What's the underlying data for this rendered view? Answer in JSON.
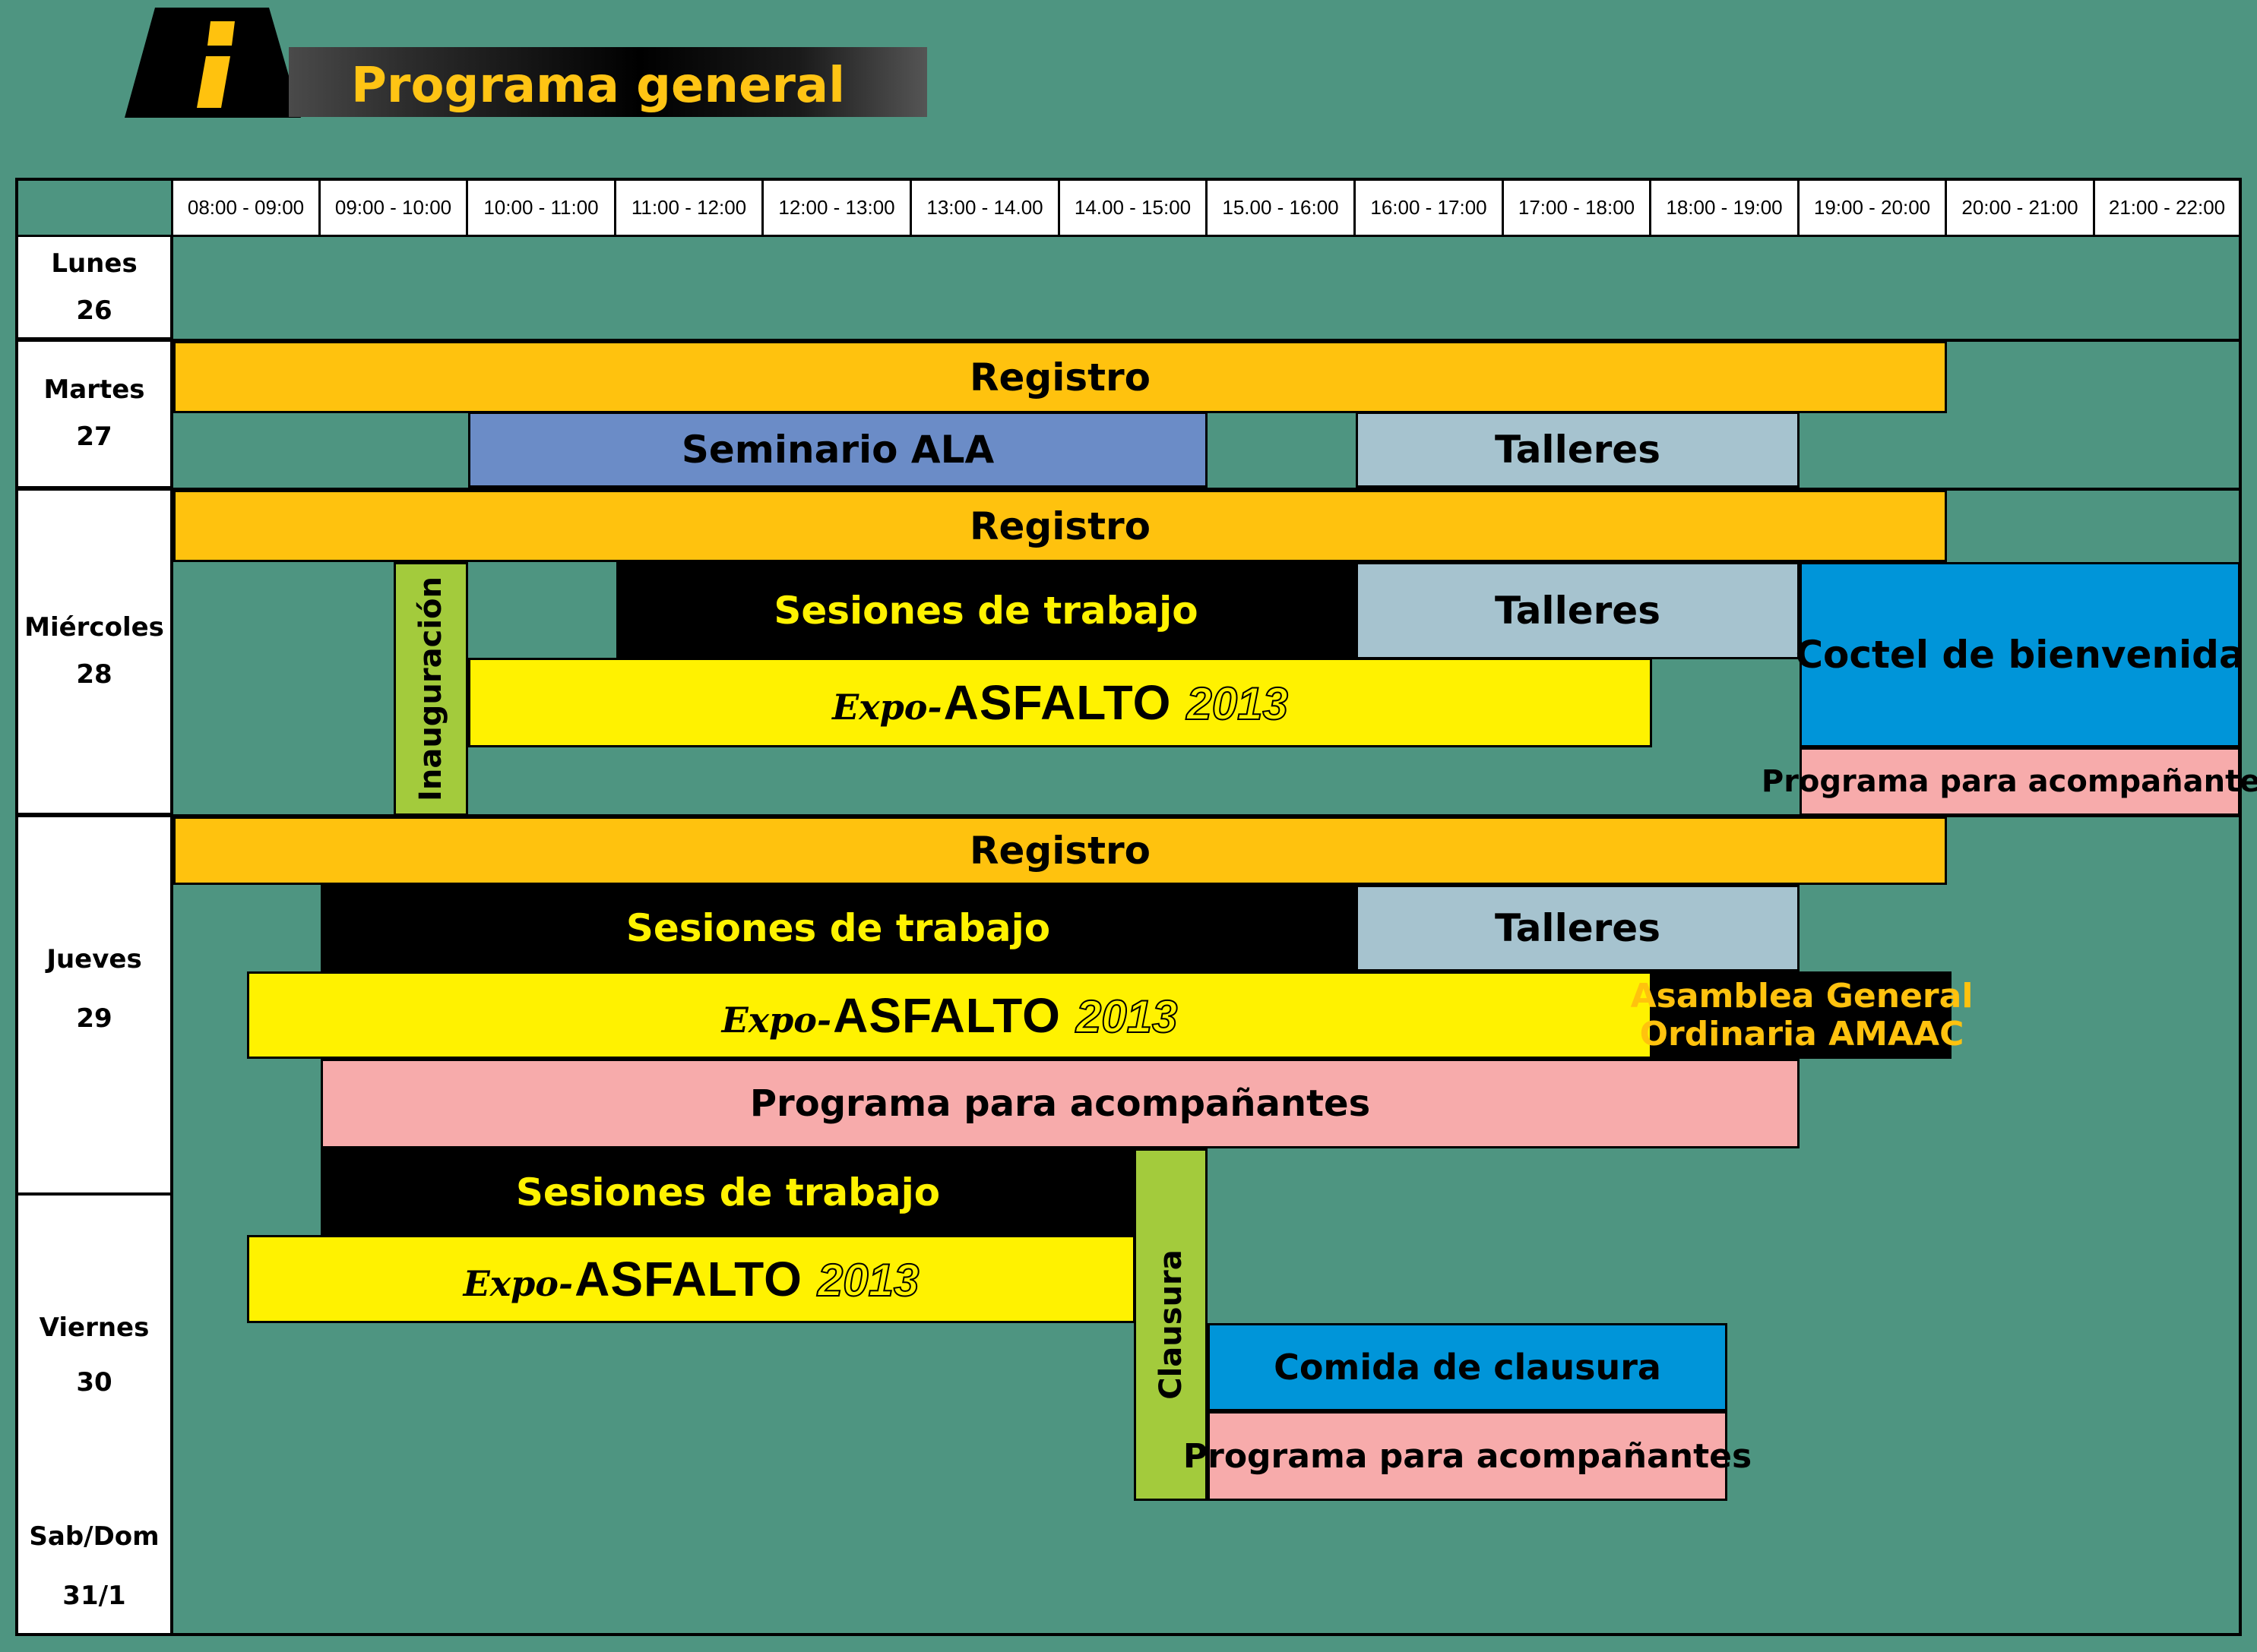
{
  "header": {
    "icon": "info-road-sign-icon",
    "title": "Programa general"
  },
  "colors": {
    "background": "#4e9581",
    "registro": "#ffc20e",
    "seminario": "#6b8cc7",
    "talleres": "#a6c3cf",
    "sesiones": "#000000",
    "sesiones_text": "#fff200",
    "expo": "#fff200",
    "coctel": "#0095d9",
    "acompanantes": "#f7abab",
    "ceremonia": "#a3cb3c",
    "title_text": "#ffc414"
  },
  "time_slots": [
    "08:00 - 09:00",
    "09:00 - 10:00",
    "10:00 - 11:00",
    "11:00 - 12:00",
    "12:00 - 13:00",
    "13:00 - 14.00",
    "14.00 - 15:00",
    "15.00 - 16:00",
    "16:00 - 17:00",
    "17:00 - 18:00",
    "18:00 - 19:00",
    "19:00 - 20:00",
    "20:00 - 21:00",
    "21:00 - 22:00"
  ],
  "days": [
    {
      "name": "Lunes",
      "date": "26"
    },
    {
      "name": "Martes",
      "date": "27"
    },
    {
      "name": "Miércoles",
      "date": "28"
    },
    {
      "name": "Jueves",
      "date": "29"
    },
    {
      "name": "Viernes",
      "date": "30"
    },
    {
      "name": "Sab/Dom",
      "date": "31/1"
    }
  ],
  "expo_brand": {
    "prefix": "Expo-",
    "name": "ASFALTO",
    "year": "2013"
  },
  "events": {
    "martes_registro": "Registro",
    "martes_seminario": "Seminario ALA",
    "martes_talleres": "Talleres",
    "miercoles_registro": "Registro",
    "miercoles_inauguracion": "Inauguración",
    "miercoles_sesiones": "Sesiones de trabajo",
    "miercoles_talleres": "Talleres",
    "miercoles_coctel": "Coctel de bienvenida",
    "miercoles_acompanantes": "Programa para acompañantes",
    "jueves_registro": "Registro",
    "jueves_sesiones": "Sesiones de trabajo",
    "jueves_talleres": "Talleres",
    "jueves_asamblea_1": "Asamblea General",
    "jueves_asamblea_2": "Ordinaria AMAAC",
    "jueves_acompanantes": "Programa para acompañantes",
    "viernes_sesiones": "Sesiones de trabajo",
    "viernes_clausura": "Clausura",
    "viernes_comida": "Comida de clausura",
    "viernes_acompanantes": "Programa para acompañantes"
  }
}
